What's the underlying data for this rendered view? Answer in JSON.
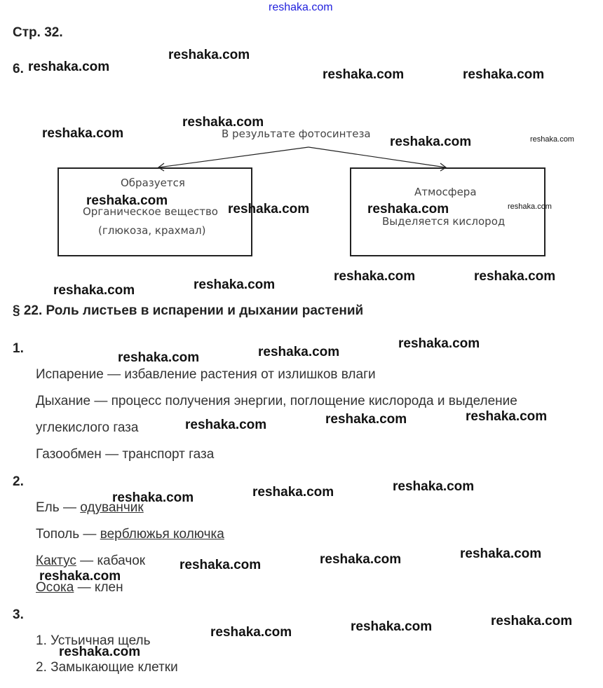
{
  "watermarks": [
    "reshaka.com",
    "reshaka.com",
    "reshaka.com",
    "reshaka.com",
    "reshaka.com",
    "reshaka.com",
    "reshaka.com",
    "reshaka.com",
    "reshaka.com",
    "reshaka.com",
    "reshaka.com",
    "reshaka.com",
    "reshaka.com",
    "reshaka.com",
    "reshaka.com",
    "reshaka.com",
    "reshaka.com",
    "reshaka.com",
    "reshaka.com",
    "reshaka.com",
    "reshaka.com",
    "reshaka.com",
    "reshaka.com",
    "reshaka.com",
    "reshaka.com",
    "reshaka.com",
    "reshaka.com",
    "reshaka.com",
    "reshaka.com",
    "reshaka.com",
    "reshaka.com",
    "reshaka.com",
    "reshaka.com",
    "reshaka.com"
  ],
  "page_label": "Стр. 32.",
  "task6": {
    "number": "6.",
    "diagram": {
      "title": "В результате фотосинтеза",
      "left": {
        "line1": "Образуется",
        "line2": "Органическое вещество",
        "line3": "(глюкоза, крахмал)"
      },
      "right": {
        "line1": "Атмосфера",
        "line2": "Выделяется кислород"
      }
    }
  },
  "section_title": "§ 22. Роль листьев в испарении и дыхании растений",
  "q1": {
    "number": "1.",
    "lines": [
      "Испарение — избавление растения от излишков влаги",
      "Дыхание — процесс получения энергии, поглощение кислорода и выделение",
      "углекислого газа",
      "Газообмен — транспорт газа"
    ]
  },
  "q2": {
    "number": "2.",
    "pairs": [
      {
        "a": "Ель",
        "sep": " — ",
        "b": "одуванчик"
      },
      {
        "a": "Тополь",
        "sep": " — ",
        "b": "верблюжья колючка"
      },
      {
        "a": "Кактус",
        "sep": " — ",
        "b": "кабачок"
      },
      {
        "a": "Осока",
        "sep": " — ",
        "b": "клен"
      }
    ]
  },
  "q3": {
    "number": "3.",
    "lines": [
      "1. Устьичная щель",
      "2. Замыкающие клетки"
    ]
  }
}
